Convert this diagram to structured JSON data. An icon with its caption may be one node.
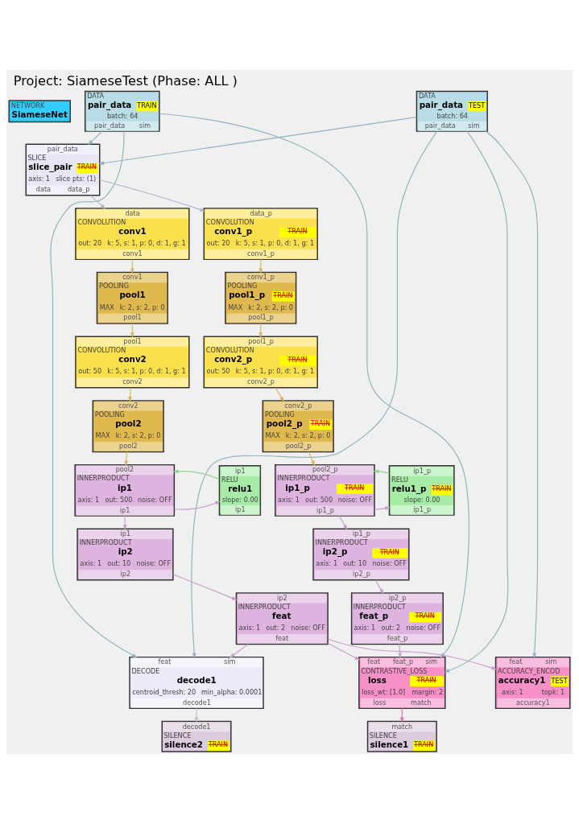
{
  "diagram": {
    "title": "Project: SiameseTest (Phase: ALL )",
    "nodes": [
      {
        "text": [
          "NETWORK",
          "SiameseNet"
        ]
      },
      {
        "text": [
          "DATA",
          "pair_data",
          "TRAIN",
          "batch: 64",
          "pair_data",
          "sim"
        ]
      },
      {
        "text": [
          "DATA",
          "pair_data",
          "TEST",
          "batch: 64",
          "pair_data",
          "sim"
        ]
      },
      {
        "text": [
          "pair_data",
          "SLICE",
          "slice_pair",
          "TRAIN",
          "axis: 1",
          "slice pts: (1)",
          "data",
          "data_p"
        ]
      },
      {
        "text": [
          "data",
          "CONVOLUTION",
          "conv1",
          "out: 20",
          "k: 5, s: 1, p: 0, d: 1, g: 1",
          "conv1"
        ]
      },
      {
        "text": [
          "data_p",
          "CONVOLUTION",
          "conv1_p",
          "TRAIN",
          "out: 20",
          "k: 5, s: 1, p: 0, d: 1, g: 1",
          "conv1_p"
        ]
      },
      {
        "text": [
          "conv1",
          "POOLING",
          "pool1",
          "MAX",
          "k: 2, s: 2, p: 0",
          "pool1"
        ]
      },
      {
        "text": [
          "conv1_p",
          "POOLING",
          "pool1_p",
          "TRAIN",
          "MAX",
          "k: 2, s: 2, p: 0",
          "pool1_p"
        ]
      },
      {
        "text": [
          "pool1",
          "CONVOLUTION",
          "conv2",
          "out: 50",
          "k: 5, s: 1, p: 0, d: 1, g: 1",
          "conv2"
        ]
      },
      {
        "text": [
          "pool1_p",
          "CONVOLUTION",
          "conv2_p",
          "TRAIN",
          "out: 50",
          "k: 5, s: 1, p: 0, d: 1, g: 1",
          "conv2_p"
        ]
      },
      {
        "text": [
          "conv2",
          "POOLING",
          "pool2",
          "MAX",
          "k: 2, s: 2, p: 0",
          "pool2"
        ]
      },
      {
        "text": [
          "conv2_p",
          "POOLING",
          "pool2_p",
          "TRAIN",
          "MAX",
          "k: 2, s: 2, p: 0",
          "pool2_p"
        ]
      },
      {
        "text": [
          "pool2",
          "INNERPRODUCT",
          "ip1",
          "axis: 1",
          "out: 500",
          "noise: OFF",
          "ip1"
        ]
      },
      {
        "text": [
          "ip1",
          "RELU",
          "relu1",
          "slope: 0.00",
          "ip1"
        ]
      },
      {
        "text": [
          "pool2_p",
          "INNERPRODUCT",
          "ip1_p",
          "TRAIN",
          "axis: 1",
          "out: 500",
          "noise: OFF",
          "ip1_p"
        ]
      },
      {
        "text": [
          "ip1_p",
          "RELU",
          "relu1_p",
          "TRAIN",
          "slope: 0.00",
          "ip1_p"
        ]
      },
      {
        "text": [
          "ip1",
          "INNERPRODUCT",
          "ip2",
          "axis: 1",
          "out: 10",
          "noise: OFF",
          "ip2"
        ]
      },
      {
        "text": [
          "ip1_p",
          "INNERPRODUCT",
          "ip2_p",
          "TRAIN",
          "axis: 1",
          "out: 10",
          "noise: OFF",
          "ip2_p"
        ]
      },
      {
        "text": [
          "ip2",
          "INNERPRODUCT",
          "feat",
          "axis: 1",
          "out: 2",
          "noise: OFF",
          "feat"
        ]
      },
      {
        "text": [
          "ip2_p",
          "INNERPRODUCT",
          "feat_p",
          "TRAIN",
          "axis: 1",
          "out: 2",
          "noise: OFF",
          "feat_p"
        ]
      },
      {
        "text": [
          "feat",
          "sim",
          "ACCURACY_ENCOD",
          "accuracy1",
          "TEST",
          "axis: 1",
          "topk: 1",
          "accuracy1"
        ]
      },
      {
        "text": [
          "feat",
          "sim",
          "DECODE",
          "decode1",
          "centroid_thresh: 20",
          "min_alpha: 0.0001",
          "decode1"
        ]
      },
      {
        "text": [
          "feat",
          "feat_p",
          "sim",
          "CONTRASTIVE_LOSS",
          "loss",
          "TRAIN",
          "loss_wt: [1.0]",
          "margin: 2",
          "loss",
          "match"
        ]
      },
      {
        "text": [
          "decode1",
          "SILENCE",
          "silence2",
          "TRAIN"
        ]
      },
      {
        "text": [
          "match",
          "SILENCE",
          "silence1",
          "TRAIN"
        ]
      }
    ],
    "edges": [
      {
        "from": 1,
        "to": 3,
        "arrow": "to",
        "color": "#8fb3bf"
      },
      {
        "from": 2,
        "to": 3,
        "arrow": "to",
        "color": "#8fb3bf"
      },
      {
        "from": 1,
        "to": 21,
        "arrow": "to",
        "color": "#8fb3bf"
      },
      {
        "from": 1,
        "to": 22,
        "arrow": "to",
        "color": "#8fb3bf"
      },
      {
        "from": 2,
        "to": 21,
        "arrow": "to",
        "color": "#8fb3bf"
      },
      {
        "from": 2,
        "to": 22,
        "arrow": "to",
        "color": "#8fb3bf"
      },
      {
        "from": 2,
        "to": 20,
        "arrow": "to",
        "color": "#8fb3bf"
      },
      {
        "from": 3,
        "to": 4,
        "arrow": "to",
        "color": "#b3b3d1"
      },
      {
        "from": 3,
        "to": 5,
        "arrow": "to",
        "color": "#b3b3d1"
      },
      {
        "from": 4,
        "to": 6,
        "arrow": "to",
        "color": "#d8b65a"
      },
      {
        "from": 5,
        "to": 7,
        "arrow": "to",
        "color": "#d8b65a"
      },
      {
        "from": 6,
        "to": 8,
        "arrow": "to",
        "color": "#d8b65a"
      },
      {
        "from": 7,
        "to": 9,
        "arrow": "to",
        "color": "#d8b65a"
      },
      {
        "from": 8,
        "to": 10,
        "arrow": "to",
        "color": "#d8b65a"
      },
      {
        "from": 9,
        "to": 11,
        "arrow": "to",
        "color": "#d8b65a"
      },
      {
        "from": 10,
        "to": 12,
        "arrow": "to",
        "color": "#d8b65a"
      },
      {
        "from": 11,
        "to": 14,
        "arrow": "to",
        "color": "#d8b65a"
      },
      {
        "from": 12,
        "to": 13,
        "arrow": "to"
      },
      {
        "from": 13,
        "to": 12,
        "arrow": "to",
        "color": "#8fd48f"
      },
      {
        "from": 14,
        "to": 15,
        "arrow": "to"
      },
      {
        "from": 15,
        "to": 14,
        "arrow": "to",
        "color": "#8fd48f"
      },
      {
        "from": 12,
        "to": 16,
        "arrow": "to"
      },
      {
        "from": 14,
        "to": 17,
        "arrow": "to"
      },
      {
        "from": 16,
        "to": 18,
        "arrow": "to"
      },
      {
        "from": 17,
        "to": 19,
        "arrow": "to"
      },
      {
        "from": 18,
        "to": 21,
        "arrow": "to"
      },
      {
        "from": 18,
        "to": 22,
        "arrow": "to"
      },
      {
        "from": 18,
        "to": 20,
        "arrow": "to"
      },
      {
        "from": 19,
        "to": 22,
        "arrow": "to"
      },
      {
        "from": 21,
        "to": 23,
        "arrow": "to",
        "color": "#c0c0c0"
      },
      {
        "from": 22,
        "to": 24,
        "arrow": "to",
        "color": "#d874a8"
      }
    ]
  }
}
